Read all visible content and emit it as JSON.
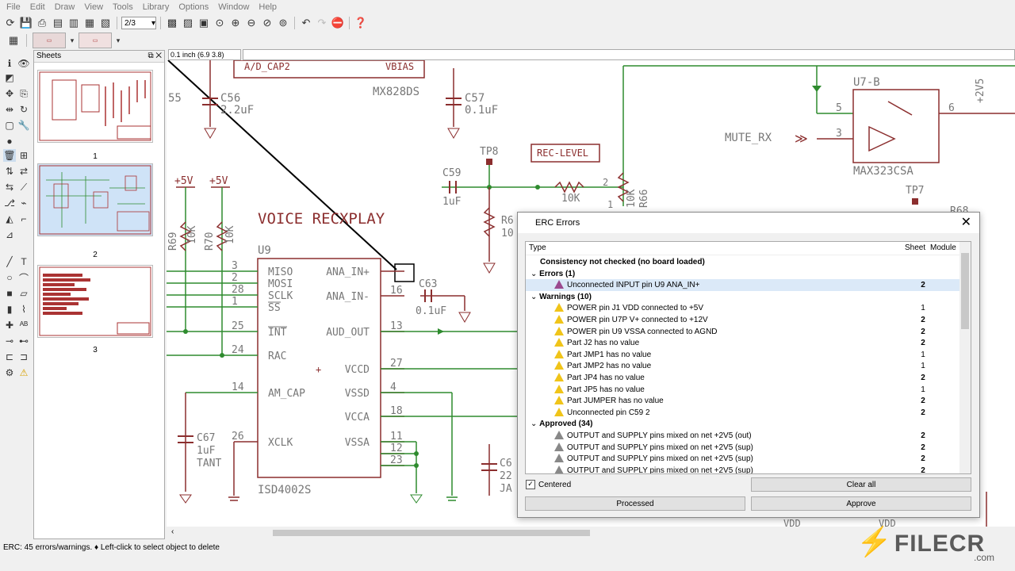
{
  "menu": [
    "File",
    "Edit",
    "Draw",
    "View",
    "Tools",
    "Library",
    "Options",
    "Window",
    "Help"
  ],
  "toolbar": {
    "page_select": "2/3"
  },
  "sheets_panel": {
    "title": "Sheets",
    "controls": "⧉ ✕",
    "thumbs": [
      {
        "label": "1"
      },
      {
        "label": "2"
      },
      {
        "label": "3"
      }
    ]
  },
  "coord_readout": "0.1 inch (6.9 3.8)",
  "schematic": {
    "title_text": "VOICE RECXPLAY",
    "ic_u9": {
      "ref": "U9",
      "part": "ISD4002S",
      "left_pins": [
        {
          "num": "3",
          "name": "MISO"
        },
        {
          "num": "2",
          "name": "MOSI"
        },
        {
          "num": "28",
          "name": "SCLK"
        },
        {
          "num": "1",
          "name": "SS"
        },
        {
          "num": "25",
          "name": "INT"
        },
        {
          "num": "24",
          "name": "RAC"
        },
        {
          "num": "14",
          "name": "AM_CAP"
        },
        {
          "num": "26",
          "name": "XCLK"
        }
      ],
      "right_pins": [
        {
          "num": "",
          "name": "ANA_IN+"
        },
        {
          "num": "16",
          "name": "ANA_IN-"
        },
        {
          "num": "13",
          "name": "AUD_OUT"
        },
        {
          "num": "27",
          "name": "VCCD"
        },
        {
          "num": "4",
          "name": "VSSD"
        },
        {
          "num": "18",
          "name": "VCCA"
        },
        {
          "num": "11",
          "name": "VSSA"
        },
        {
          "num": "12",
          "name": ""
        },
        {
          "num": "23",
          "name": ""
        }
      ]
    },
    "ic_u7b": {
      "ref": "U7-B",
      "part": "MAX323CSA",
      "pin5": "5",
      "pin3": "3",
      "pin6": "6"
    },
    "labels": {
      "adcap": "A/D_CAP2",
      "vbias": "VBIAS",
      "mx": "MX828DS",
      "c56": "C56",
      "c56v": "2.2uF",
      "c55": "55",
      ".1uF": ".1uF",
      "c57": "C57",
      "c57v": "0.1uF",
      "tp8": "TP8",
      "c59": "C59",
      "c59v": "1uF",
      "r66": "R66",
      "r66v": "10K",
      "r10k": "10K",
      "reclevel": "REC-LEVEL",
      "muterx": "MUTE_RX",
      "tp7": "TP7",
      "r68": "R68",
      "plus2v5": "+2V5",
      "plus5v1": "+5V",
      "plus5v2": "+5V",
      "r69": "R69",
      "r69v": "10K",
      "r70": "R70",
      "r70v": "10K",
      "c63": "C63",
      "c63v": "0.1uF",
      "c67": "C67",
      "c67v": "1uF",
      "c67t": "TANT",
      "c6x": "C6",
      "c6xv": "22",
      "c6xt": "JA",
      "r6x": "R6",
      "r6xv": "10",
      "vdd1": "VDD",
      "vdd2": "VDD",
      "pin2": "2",
      "pin1": "1"
    }
  },
  "erc_dialog": {
    "title": "ERC Errors",
    "col_type": "Type",
    "col_sheet": "Sheet",
    "col_module": "Module",
    "rows": [
      {
        "kind": "header",
        "text": "Consistency not checked (no board loaded)",
        "sheet": ""
      },
      {
        "kind": "group",
        "text": "Errors (1)",
        "sheet": ""
      },
      {
        "kind": "error",
        "text": "Unconnected INPUT pin U9 ANA_IN+",
        "sheet": "2"
      },
      {
        "kind": "group",
        "text": "Warnings (10)",
        "sheet": ""
      },
      {
        "kind": "warning",
        "text": "POWER pin J1 VDD connected to +5V",
        "sheet": "1"
      },
      {
        "kind": "warning",
        "text": "POWER pin U7P V+ connected to +12V",
        "sheet": "2"
      },
      {
        "kind": "warning",
        "text": "POWER pin U9 VSSA connected to AGND",
        "sheet": "2"
      },
      {
        "kind": "warning",
        "text": "Part J2 has no value",
        "sheet": "2"
      },
      {
        "kind": "warning",
        "text": "Part JMP1 has no value",
        "sheet": "1"
      },
      {
        "kind": "warning",
        "text": "Part JMP2 has no value",
        "sheet": "1"
      },
      {
        "kind": "warning",
        "text": "Part JP4 has no value",
        "sheet": "2"
      },
      {
        "kind": "warning",
        "text": "Part JP5 has no value",
        "sheet": "1"
      },
      {
        "kind": "warning",
        "text": "Part JUMPER has no value",
        "sheet": "2"
      },
      {
        "kind": "warning",
        "text": "Unconnected pin C59 2",
        "sheet": "2"
      },
      {
        "kind": "group",
        "text": "Approved (34)",
        "sheet": ""
      },
      {
        "kind": "approved",
        "text": "OUTPUT and SUPPLY pins mixed on net +2V5 (out)",
        "sheet": "2"
      },
      {
        "kind": "approved",
        "text": "OUTPUT and SUPPLY pins mixed on net +2V5 (sup)",
        "sheet": "2"
      },
      {
        "kind": "approved",
        "text": "OUTPUT and SUPPLY pins mixed on net +2V5 (sup)",
        "sheet": "2"
      },
      {
        "kind": "approved",
        "text": "OUTPUT and SUPPLY pins mixed on net +2V5 (sup)",
        "sheet": "2"
      }
    ],
    "centered_label": "Centered",
    "clear_all": "Clear all",
    "processed": "Processed",
    "approve": "Approve"
  },
  "status_text": "ERC: 45 errors/warnings.  ♦ Left-click to select object to delete",
  "watermark": {
    "main": "FILECR",
    "sub": ".com"
  },
  "colors": {
    "wire": "#2e8b2e",
    "part": "#8b2e2e",
    "error": "#9b4a8f",
    "warning": "#f0c419"
  }
}
